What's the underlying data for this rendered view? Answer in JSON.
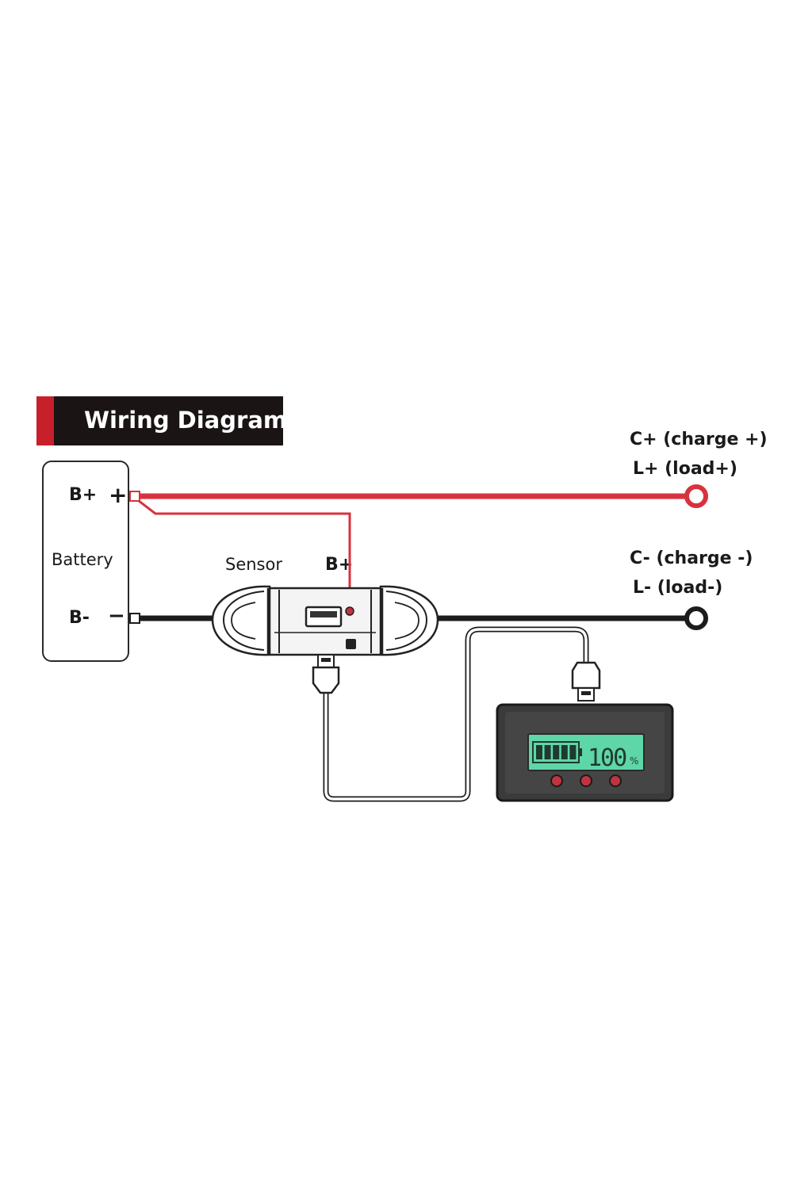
{
  "header": {
    "title": "Wiring Diagram"
  },
  "battery": {
    "name": "Battery",
    "pos_terminal": "B+",
    "pos_sign": "+",
    "neg_terminal": "B-",
    "neg_sign": "−"
  },
  "sensor": {
    "name": "Sensor",
    "terminal": "B+"
  },
  "outputs": {
    "positive_line1": "C+ (charge +)",
    "positive_line2": "L+ (load+)",
    "negative_line1": "C- (charge -)",
    "negative_line2": "L- (load-)"
  },
  "display": {
    "value": "100",
    "unit": "%",
    "battery_level": 1.0,
    "bars": 5
  },
  "colors": {
    "positive_wire": "#d8323e",
    "negative_wire": "#1c1c1c",
    "banner_bg": "#1a1414",
    "banner_accent": "#c8202a",
    "lcd": "#5fd6a8",
    "button": "#c0333f"
  }
}
